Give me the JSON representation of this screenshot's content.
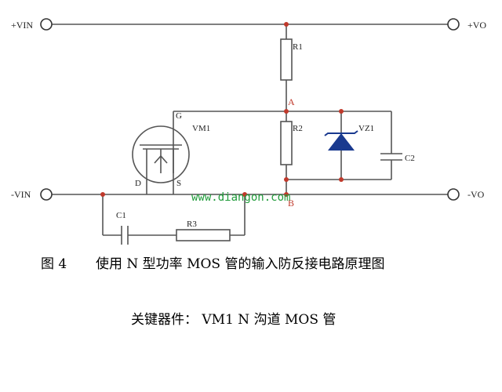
{
  "terminals": {
    "vin_pos": "+VIN",
    "vo_pos": "+VO",
    "vin_neg": "-VIN",
    "vo_neg": "-VO"
  },
  "components": {
    "r1": "R1",
    "r2": "R2",
    "r3": "R3",
    "vz1": "VZ1",
    "c1": "C1",
    "c2": "C2",
    "vm1": "VM1"
  },
  "pins": {
    "gate": "G",
    "drain": "D",
    "source": "S"
  },
  "nodes": {
    "a": "A",
    "b": "B"
  },
  "watermark": "www.diangon.com",
  "caption": {
    "figure_num": "图 4",
    "title": "使用 N 型功率 MOS 管的输入防反接电路原理图",
    "key_device": "关键器件：  VM1    N 沟道 MOS  管"
  },
  "colors": {
    "wire": "#555555",
    "node": "#c0392b",
    "zener": "#1a3a8f",
    "watermark": "#1f9b3a"
  }
}
